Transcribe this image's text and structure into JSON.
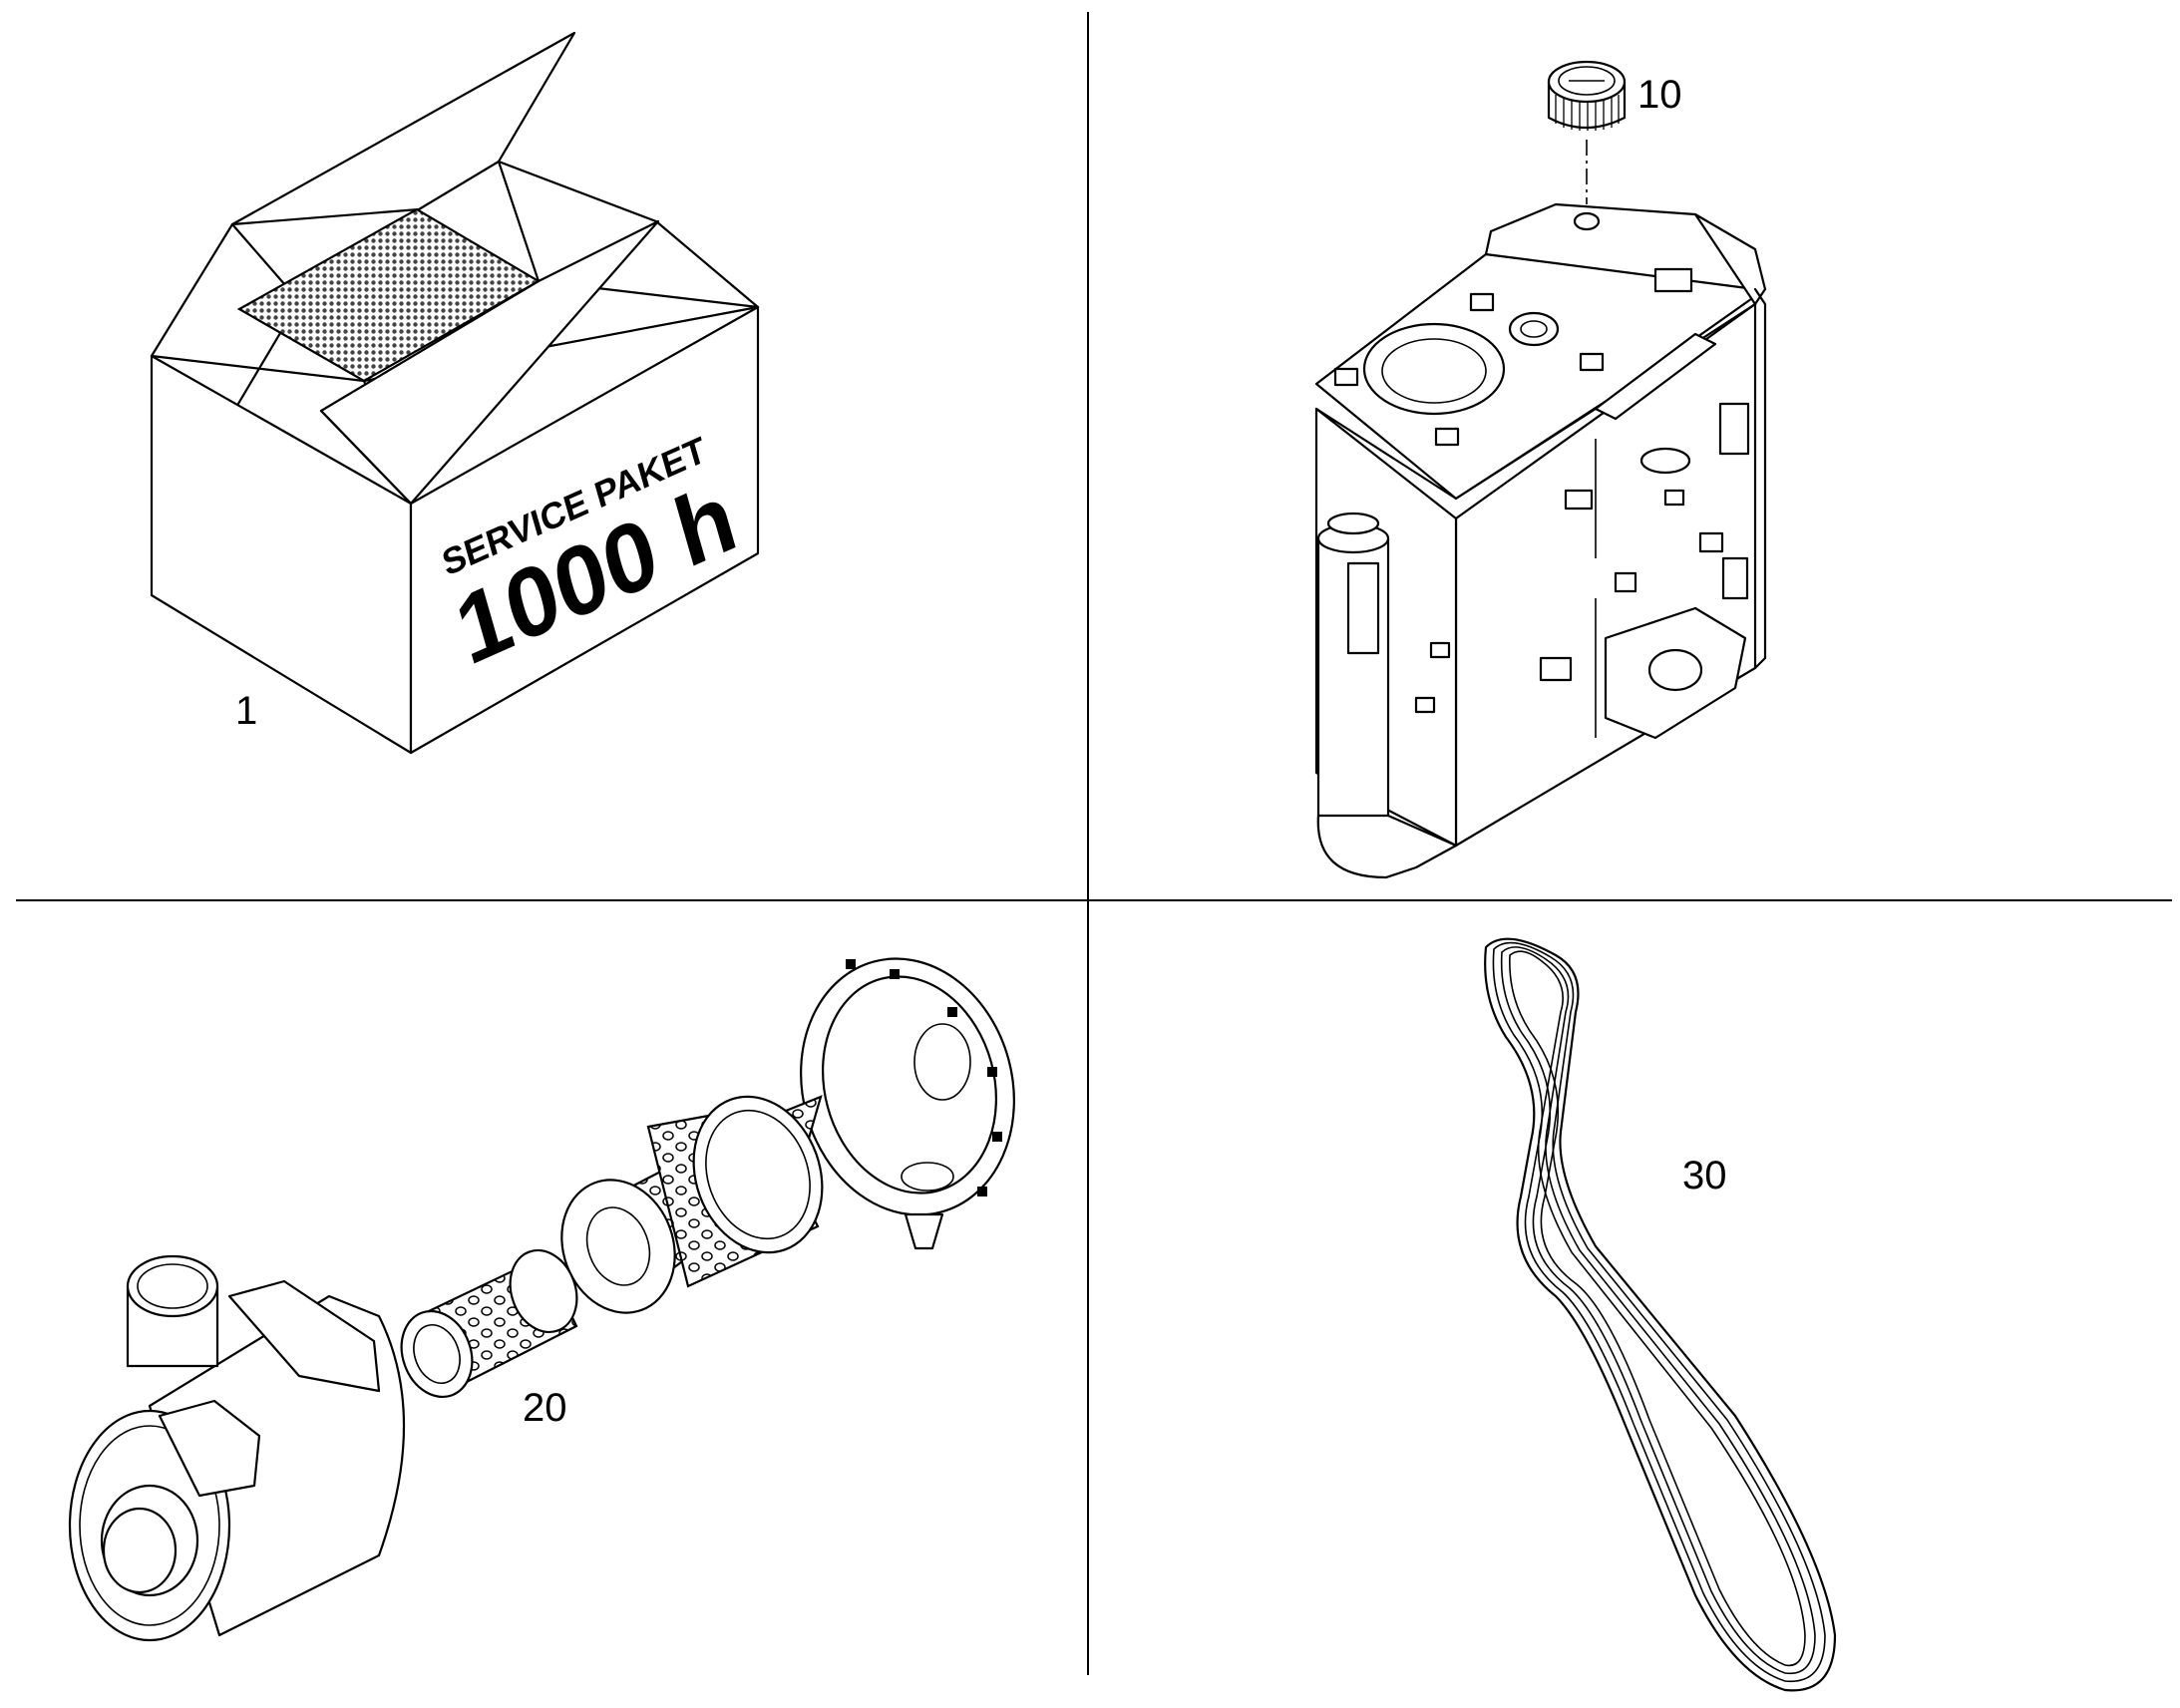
{
  "callouts": {
    "box": "1",
    "tank": "10",
    "filter": "20",
    "belt": "30"
  },
  "box_label": {
    "line1": "SERVICE PAKET",
    "line2": "1000 h"
  }
}
